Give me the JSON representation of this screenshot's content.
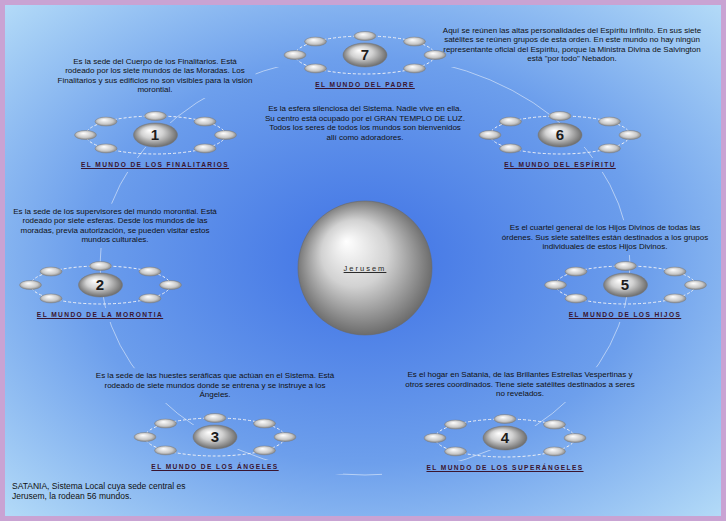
{
  "diagram": {
    "nodes": [
      {
        "text": [
          "7",
          "EL MUNDO DEL PADRE",
          "Es la esfera silenciosa del Sistema. Nadie vive en ella. Su centro está ocupado por el GRAN TEMPLO DE LUZ. Todos los seres de todos los mundos son bienvenidos allí como adoradores."
        ]
      },
      {
        "text": [
          "1",
          "EL MUNDO DE LOS FINALITARIOS",
          "Es la sede del Cuerpo de los Finalitarios. Está rodeado por los siete mundos de las Moradas. Los Finalitarios y sus edificios no son visibles para la visión morontial."
        ]
      },
      {
        "text": [
          "6",
          "EL MUNDO DEL ESPÍRITU",
          "Aquí se reúnen las altas personalidades del Espíritu Infinito. En sus siete satélites se reúnen grupos de esta orden. En este mundo no hay ningún representante oficial del Espíritu, porque la Ministra Divina de Salvington está \"por todo\" Nebadon."
        ]
      },
      {
        "text": [
          "Jerusem"
        ]
      },
      {
        "text": [
          "2",
          "EL MUNDO DE LA MORONTIA",
          "Es la sede de los supervisores del mundo morontial. Está rodeado por siete esferas. Desde los mundos de las moradas, previa autorización, se pueden visitar estos mundos culturales."
        ]
      },
      {
        "text": [
          "5",
          "EL MUNDO DE LOS HIJOS",
          "Es el cuartel general de los Hijos Divinos de todas las órdenes. Sus siete satélites están destinados a los grupos individuales de estos Hijos Divinos."
        ]
      },
      {
        "text": [
          "3",
          "EL MUNDO DE LOS ÁNGELES",
          "Es la sede de las huestes seráficas que actúan en el Sistema. Está rodeado de siete mundos donde se entrena y se instruye a los Ángeles."
        ]
      },
      {
        "text": [
          "4",
          "EL MUNDO DE LOS SUPERÁNGELES",
          "Es el hogar en Satania, de las Brillantes Estrellas Vespertinas y otros seres coordinados. Tiene siete satélites destinados a seres no revelados."
        ]
      }
    ],
    "labels": [
      "SATANIA, Sistema Local cuya sede central es Jerusem, la rodean 56 mundos."
    ]
  }
}
